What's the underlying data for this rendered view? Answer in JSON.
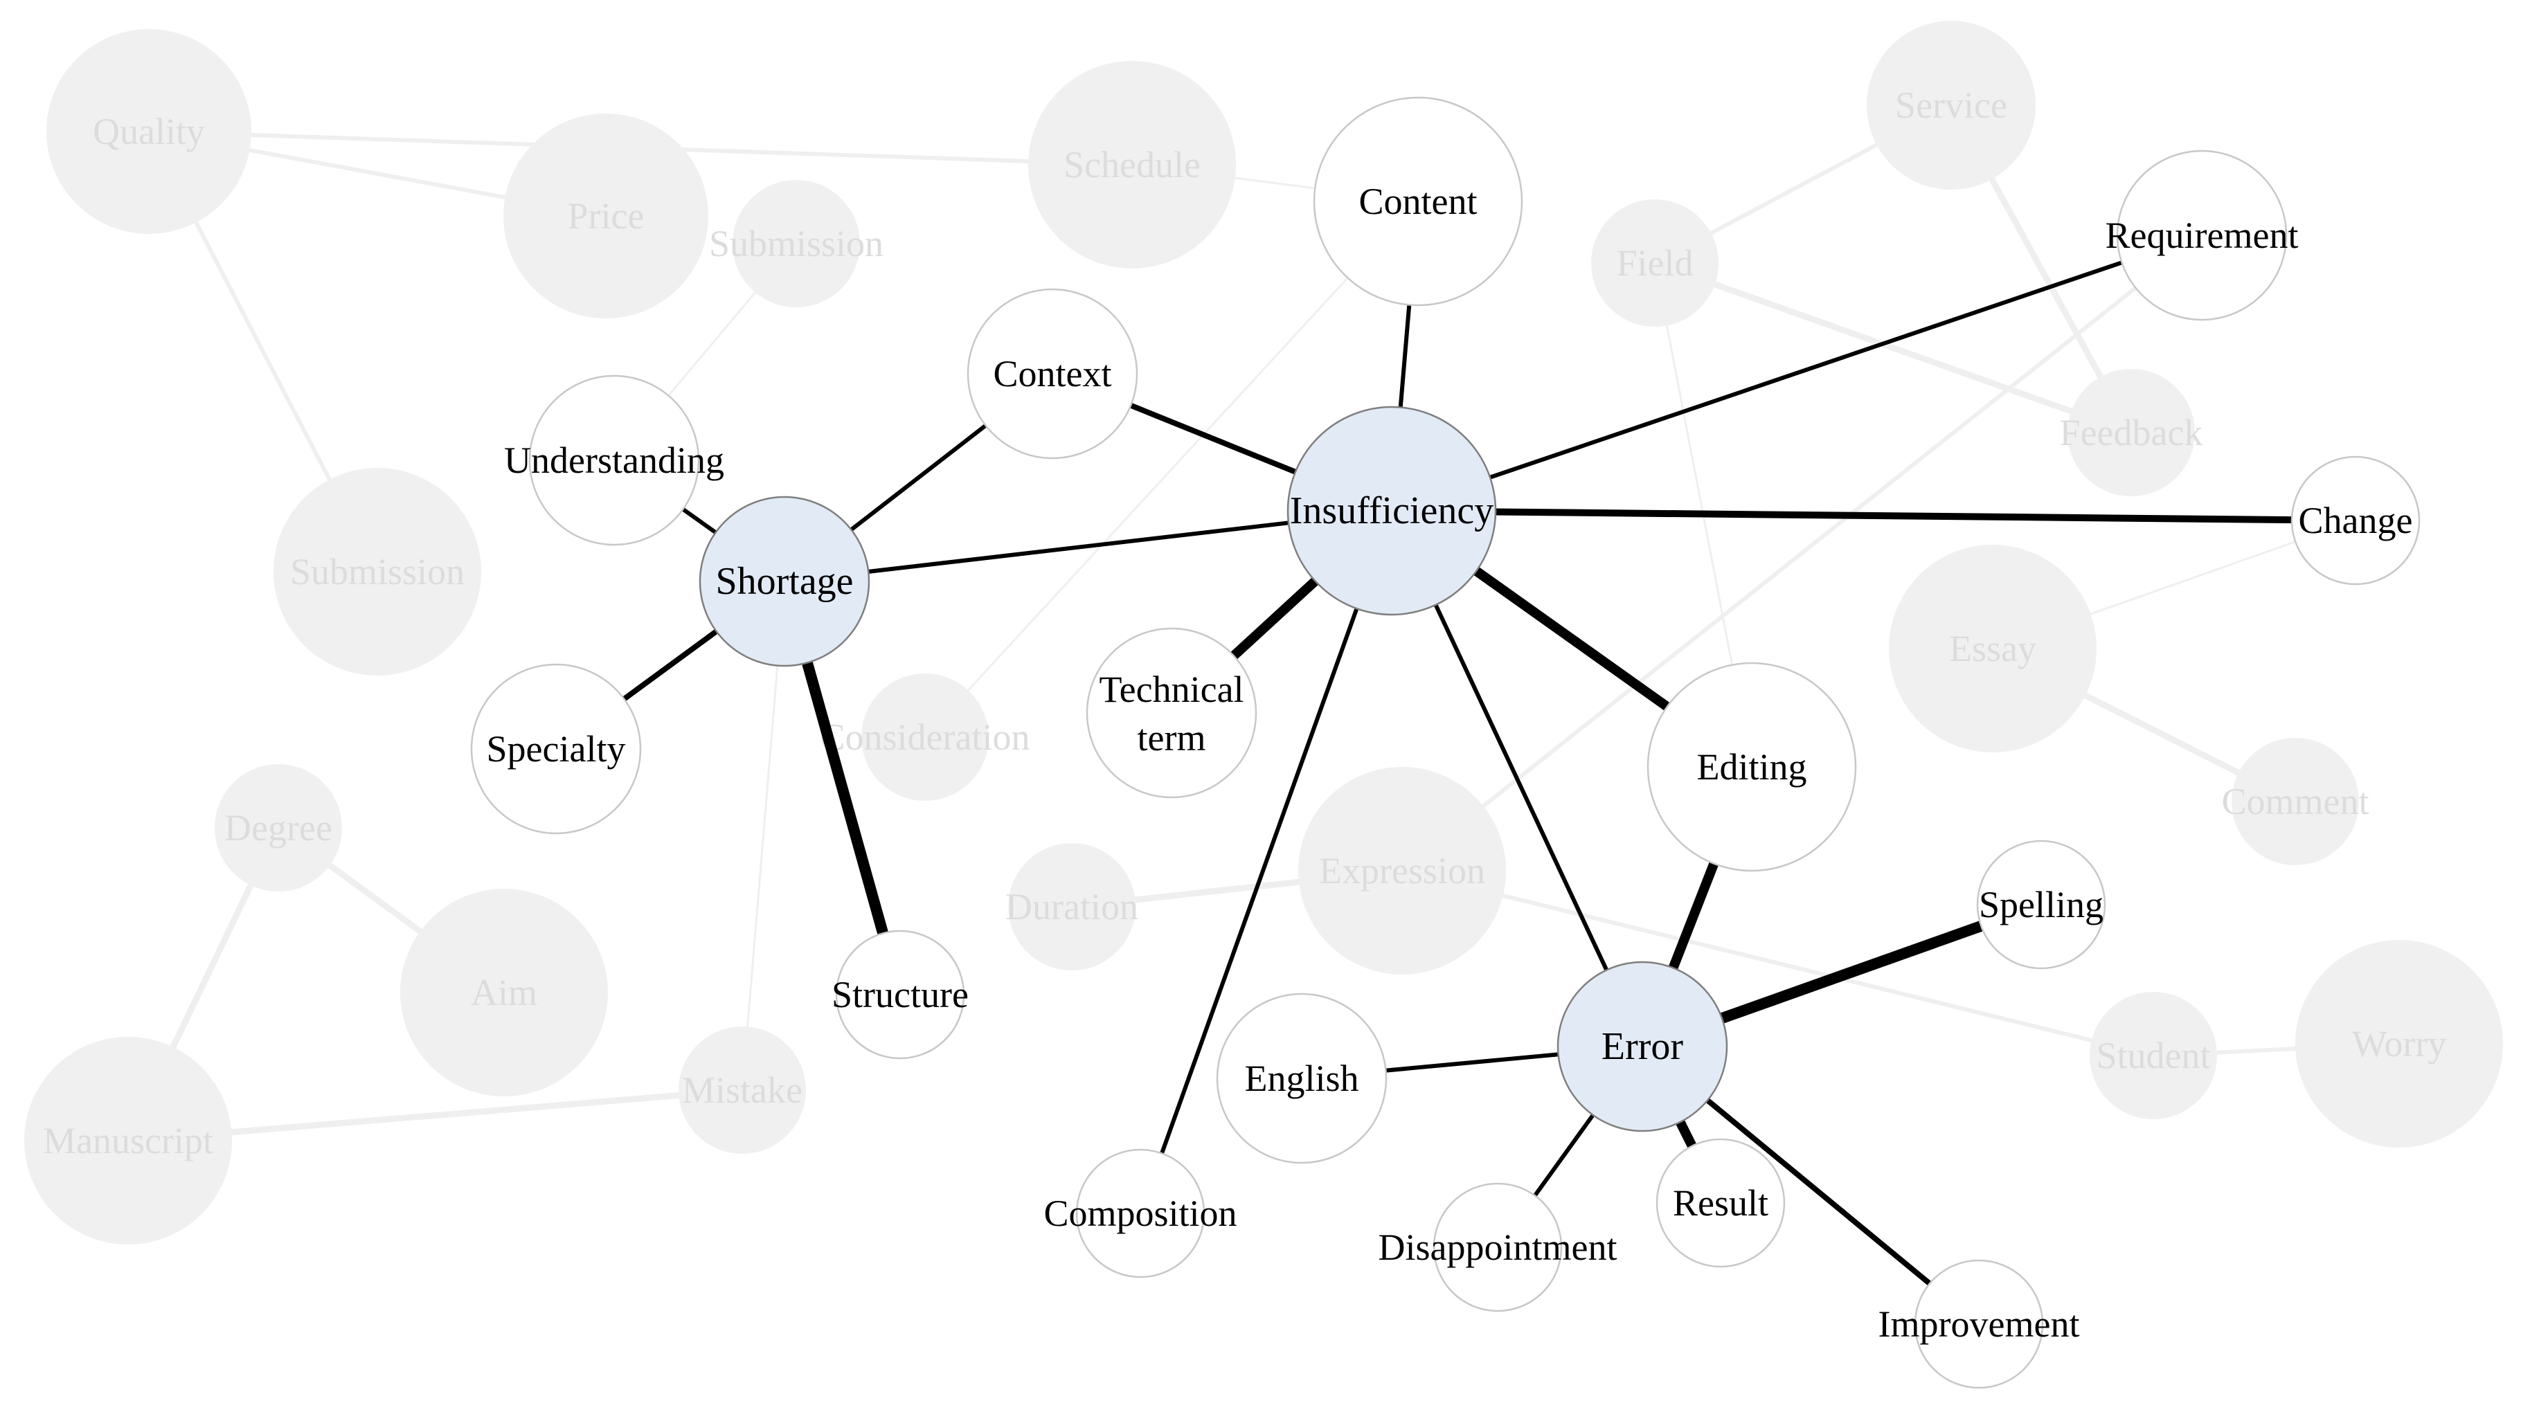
{
  "colors": {
    "background": "#ffffff",
    "faded_node_fill": "#f0f0f0",
    "faded_edge": "#efefef",
    "faded_label": "#dcdcdc",
    "node_fill": "#ffffff",
    "node_stroke": "#c8c8c8",
    "hub_fill": "#e2ebf5",
    "hub_stroke": "#7f7f7f",
    "edge": "#000000"
  },
  "network": {
    "background_nodes": [
      {
        "id": "quality",
        "label": "Quality"
      },
      {
        "id": "price",
        "label": "Price"
      },
      {
        "id": "submission-top",
        "label": "Submission"
      },
      {
        "id": "schedule",
        "label": "Schedule"
      },
      {
        "id": "submission-left",
        "label": "Submission"
      },
      {
        "id": "service",
        "label": "Service"
      },
      {
        "id": "field",
        "label": "Field"
      },
      {
        "id": "feedback",
        "label": "Feedback"
      },
      {
        "id": "essay",
        "label": "Essay"
      },
      {
        "id": "comment",
        "label": "Comment"
      },
      {
        "id": "consideration",
        "label": "Consideration"
      },
      {
        "id": "expression",
        "label": "Expression"
      },
      {
        "id": "duration",
        "label": "Duration"
      },
      {
        "id": "student",
        "label": "Student"
      },
      {
        "id": "worry",
        "label": "Worry"
      },
      {
        "id": "degree",
        "label": "Degree"
      },
      {
        "id": "aim",
        "label": "Aim"
      },
      {
        "id": "manuscript",
        "label": "Manuscript"
      },
      {
        "id": "mistake",
        "label": "Mistake"
      }
    ],
    "background_edges": [
      {
        "source": "quality",
        "target": "schedule",
        "weight": 2
      },
      {
        "source": "quality",
        "target": "price",
        "weight": 2
      },
      {
        "source": "quality",
        "target": "submission-left",
        "weight": 2
      },
      {
        "source": "schedule",
        "target": "content",
        "weight": 1
      },
      {
        "source": "submission-top",
        "target": "understanding",
        "weight": 1
      },
      {
        "source": "service",
        "target": "field",
        "weight": 2
      },
      {
        "source": "service",
        "target": "feedback",
        "weight": 3
      },
      {
        "source": "field",
        "target": "feedback",
        "weight": 3
      },
      {
        "source": "field",
        "target": "editing",
        "weight": 1
      },
      {
        "source": "requirement",
        "target": "expression",
        "weight": 2
      },
      {
        "source": "content",
        "target": "consideration",
        "weight": 1
      },
      {
        "source": "essay",
        "target": "comment",
        "weight": 3
      },
      {
        "source": "essay",
        "target": "change",
        "weight": 1
      },
      {
        "source": "duration",
        "target": "expression",
        "weight": 3
      },
      {
        "source": "expression",
        "target": "student",
        "weight": 2
      },
      {
        "source": "student",
        "target": "worry",
        "weight": 2
      },
      {
        "source": "degree",
        "target": "aim",
        "weight": 3
      },
      {
        "source": "degree",
        "target": "manuscript",
        "weight": 3
      },
      {
        "source": "manuscript",
        "target": "mistake",
        "weight": 3
      },
      {
        "source": "shortage",
        "target": "mistake",
        "weight": 1
      }
    ],
    "nodes": [
      {
        "id": "content",
        "label": "Content"
      },
      {
        "id": "context",
        "label": "Context"
      },
      {
        "id": "requirement",
        "label": "Requirement"
      },
      {
        "id": "understanding",
        "label": "Understanding"
      },
      {
        "id": "change",
        "label": "Change"
      },
      {
        "id": "specialty",
        "label": "Specialty"
      },
      {
        "id": "technical-term",
        "label_line1": "Technical",
        "label_line2": "term"
      },
      {
        "id": "editing",
        "label": "Editing"
      },
      {
        "id": "spelling",
        "label": "Spelling"
      },
      {
        "id": "structure",
        "label": "Structure"
      },
      {
        "id": "english",
        "label": "English"
      },
      {
        "id": "composition",
        "label": "Composition"
      },
      {
        "id": "disappointment",
        "label": "Disappointment"
      },
      {
        "id": "result",
        "label": "Result"
      },
      {
        "id": "improvement",
        "label": "Improvement"
      }
    ],
    "hubs": [
      {
        "id": "insufficiency",
        "label": "Insufficiency"
      },
      {
        "id": "shortage",
        "label": "Shortage"
      },
      {
        "id": "error",
        "label": "Error"
      }
    ],
    "edges": [
      {
        "source": "insufficiency",
        "target": "content",
        "weight": 3
      },
      {
        "source": "insufficiency",
        "target": "context",
        "weight": 4
      },
      {
        "source": "insufficiency",
        "target": "requirement",
        "weight": 3
      },
      {
        "source": "insufficiency",
        "target": "change",
        "weight": 5
      },
      {
        "source": "insufficiency",
        "target": "shortage",
        "weight": 3
      },
      {
        "source": "insufficiency",
        "target": "technical-term",
        "weight": 7
      },
      {
        "source": "insufficiency",
        "target": "editing",
        "weight": 7
      },
      {
        "source": "insufficiency",
        "target": "composition",
        "weight": 3
      },
      {
        "source": "insufficiency",
        "target": "error",
        "weight": 3
      },
      {
        "source": "shortage",
        "target": "context",
        "weight": 3
      },
      {
        "source": "shortage",
        "target": "understanding",
        "weight": 3
      },
      {
        "source": "shortage",
        "target": "specialty",
        "weight": 4
      },
      {
        "source": "shortage",
        "target": "structure",
        "weight": 8
      },
      {
        "source": "error",
        "target": "editing",
        "weight": 7
      },
      {
        "source": "error",
        "target": "spelling",
        "weight": 8
      },
      {
        "source": "error",
        "target": "english",
        "weight": 3
      },
      {
        "source": "error",
        "target": "disappointment",
        "weight": 3
      },
      {
        "source": "error",
        "target": "result",
        "weight": 7
      },
      {
        "source": "error",
        "target": "improvement",
        "weight": 4
      }
    ]
  }
}
